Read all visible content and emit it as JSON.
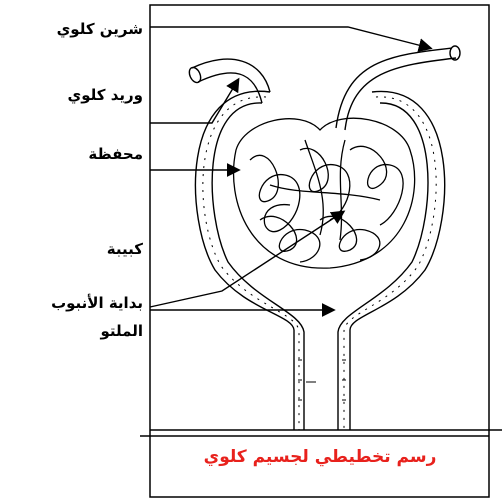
{
  "labels": {
    "renal_artery": "شرين كلوي",
    "renal_vein": "وريد كلوي",
    "capsule": "محفظة",
    "glomerulus": "كبيبة",
    "tubule_line1": "بداية الأنبوب",
    "tubule_line2": "الملتو"
  },
  "caption": "رسم تخطيطي لجسيم كلوي",
  "colors": {
    "caption": "#e8211c",
    "lines": "#000000"
  }
}
